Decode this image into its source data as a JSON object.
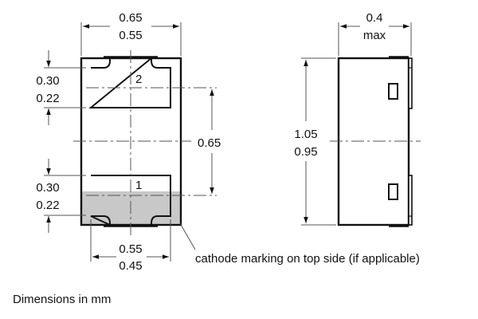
{
  "top_view": {
    "width_max": "0.65",
    "width_min": "0.55",
    "pad_height_max_top": "0.30",
    "pad_height_min_top": "0.22",
    "pad_height_max_bottom": "0.30",
    "pad_height_min_bottom": "0.22",
    "pad_pitch": "0.65",
    "pad_width_max": "0.55",
    "pad_width_min": "0.45",
    "pin_top": "2",
    "pin_bottom": "1",
    "cathode_note": "cathode marking on top side (if applicable)",
    "cathode_color": "#c8c8c8"
  },
  "side_view": {
    "thickness": "0.4",
    "thickness_note": "max",
    "length_max": "1.05",
    "length_min": "0.95"
  },
  "footer": {
    "units_note": "Dimensions in mm"
  }
}
